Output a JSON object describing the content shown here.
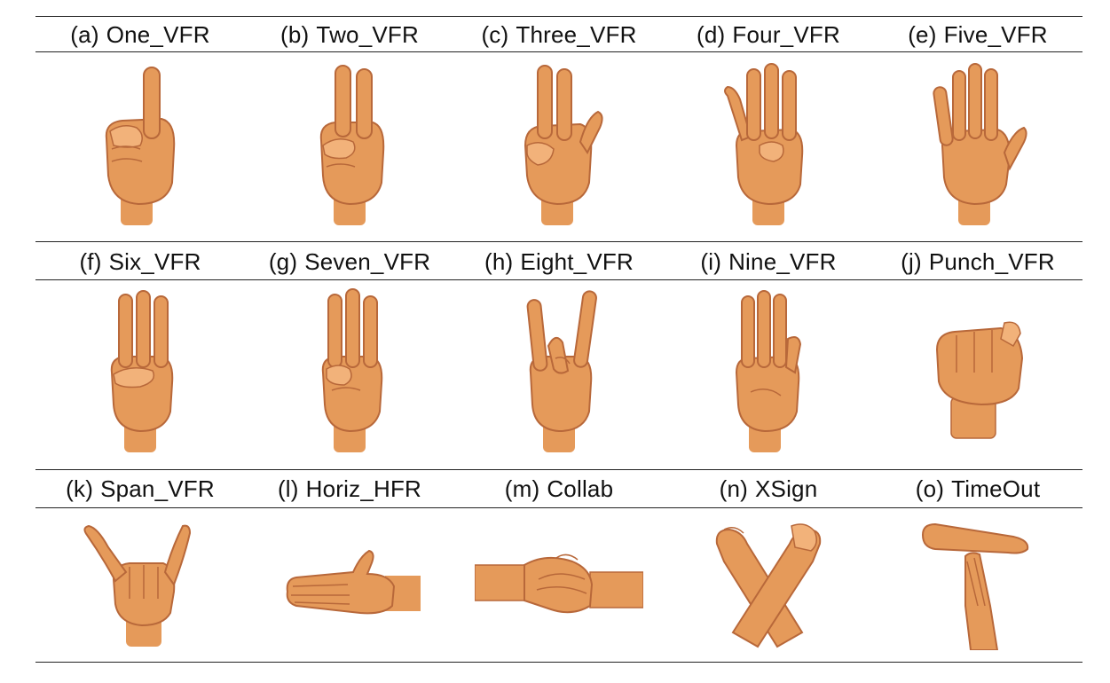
{
  "rows": [
    {
      "cells": [
        {
          "tag": "(a)",
          "name": "One_VFR",
          "icon": "hand-one-finger-icon"
        },
        {
          "tag": "(b)",
          "name": "Two_VFR",
          "icon": "hand-two-fingers-icon"
        },
        {
          "tag": "(c)",
          "name": "Three_VFR",
          "icon": "hand-three-fingers-icon"
        },
        {
          "tag": "(d)",
          "name": "Four_VFR",
          "icon": "hand-four-fingers-icon"
        },
        {
          "tag": "(e)",
          "name": "Five_VFR",
          "icon": "hand-five-fingers-icon"
        }
      ]
    },
    {
      "cells": [
        {
          "tag": "(f)",
          "name": "Six_VFR",
          "icon": "hand-six-icon"
        },
        {
          "tag": "(g)",
          "name": "Seven_VFR",
          "icon": "hand-seven-icon"
        },
        {
          "tag": "(h)",
          "name": "Eight_VFR",
          "icon": "hand-eight-icon"
        },
        {
          "tag": "(i)",
          "name": "Nine_VFR",
          "icon": "hand-nine-icon"
        },
        {
          "tag": "(j)",
          "name": "Punch_VFR",
          "icon": "hand-fist-icon"
        }
      ]
    },
    {
      "cells": [
        {
          "tag": "(k)",
          "name": "Span_VFR",
          "icon": "hand-span-icon"
        },
        {
          "tag": "(l)",
          "name": "Horiz_HFR",
          "icon": "hand-horizontal-icon"
        },
        {
          "tag": "(m)",
          "name": "Collab",
          "icon": "hands-collab-icon"
        },
        {
          "tag": "(n)",
          "name": "XSign",
          "icon": "arms-x-sign-icon"
        },
        {
          "tag": "(o)",
          "name": "TimeOut",
          "icon": "hands-timeout-icon"
        }
      ]
    }
  ],
  "colors": {
    "skin": "#e59a5a",
    "skin_shadow": "#b8683a",
    "skin_light": "#f2b27a",
    "rule": "#222222"
  }
}
